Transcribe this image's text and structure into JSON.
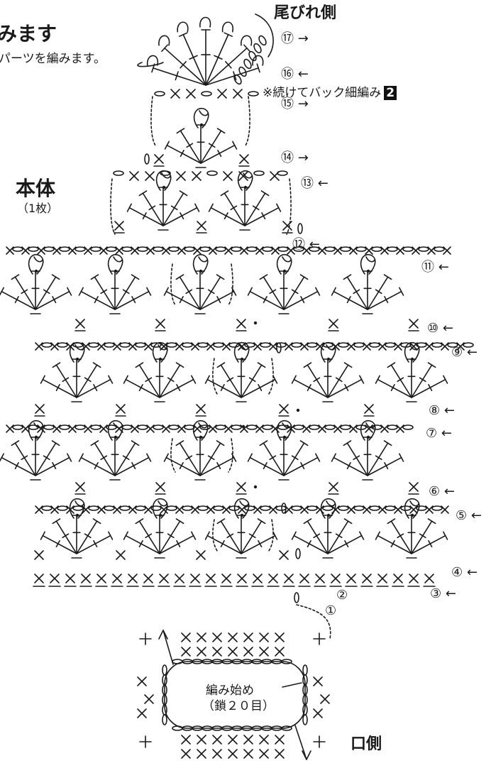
{
  "title": "みます",
  "subtitle": "パーツを編みます。",
  "sections": {
    "tail_side": "尾びれ側",
    "body_title": "本体",
    "body_count": "（1枚）",
    "mouth_side": "口側"
  },
  "note_row15": "※続けてバック細編み",
  "note_badge": "2",
  "start": {
    "label": "編み始め",
    "sub": "（鎖２０目）"
  },
  "rows": [
    {
      "label": "⑰",
      "arrow": "→"
    },
    {
      "label": "⑯",
      "arrow": "←"
    },
    {
      "label": "⑮",
      "arrow": "→"
    },
    {
      "label": "⑭",
      "arrow": "→"
    },
    {
      "label": "⑬",
      "arrow": "←"
    },
    {
      "label": "⑫",
      "arrow": "←"
    },
    {
      "label": "⑪",
      "arrow": "←"
    },
    {
      "label": "⑩",
      "arrow": "←"
    },
    {
      "label": "⑨",
      "arrow": "←"
    },
    {
      "label": "⑧",
      "arrow": "←"
    },
    {
      "label": "⑦",
      "arrow": "←"
    },
    {
      "label": "⑥",
      "arrow": "←"
    },
    {
      "label": "⑤",
      "arrow": "←"
    },
    {
      "label": "④",
      "arrow": "←"
    },
    {
      "label": "③",
      "arrow": "←"
    },
    {
      "label": "②",
      "arrow": ""
    },
    {
      "label": "①",
      "arrow": ""
    }
  ],
  "colors": {
    "ink": "#1a1a1a",
    "badge_bg": "#111111"
  }
}
